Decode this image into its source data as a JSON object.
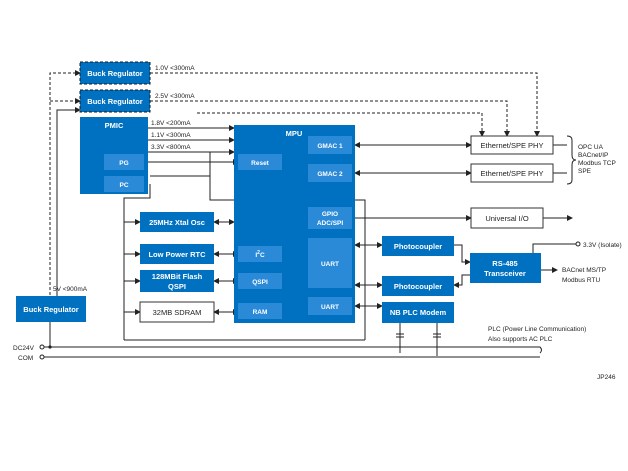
{
  "blocks": {
    "buck_top_1": "Buck Regulator",
    "buck_top_2": "Buck Regulator",
    "pmic": "PMIC",
    "pg": "PG",
    "pc": "PC",
    "mpu": "MPU",
    "reset": "Reset",
    "gmac1": "GMAC 1",
    "gmac2": "GMAC 2",
    "gpio_line1": "GPIO",
    "gpio_line2": "ADC/SPI",
    "uart_a": "UART",
    "uart_b": "UART",
    "i2c_main": "I",
    "i2c_sup": "2",
    "i2c_end": "C",
    "qspi": "QSPI",
    "ram": "RAM",
    "xtal": "25MHz Xtal Osc",
    "rtc": "Low Power RTC",
    "flash_line1": "128MBit Flash",
    "flash_line2": "QSPI",
    "sdram": "32MB SDRAM",
    "buck_left": "Buck Regulator",
    "eth_phy_1": "Ethernet/SPE PHY",
    "eth_phy_2": "Ethernet/SPE PHY",
    "universal_io": "Universal I/O",
    "photocoupler_1": "Photocoupler",
    "photocoupler_2": "Photocoupler",
    "rs485_line1": "RS-485",
    "rs485_line2": "Transceiver",
    "nbplc": "NB PLC Modem"
  },
  "rails": {
    "v10": "1.0V <300mA",
    "v25": "2.5V <300mA",
    "v18": "1.8V <200mA",
    "v11": "1.1V <300mA",
    "v33": "3.3V <800mA",
    "v5": "5V <900mA"
  },
  "labels": {
    "protocols": [
      "OPC UA",
      "BACnet/IP",
      "Modbus TCP",
      "SPE"
    ],
    "isolate": "3.3V (Isolate)",
    "bacnet_line1": "BACnet MS/TP",
    "bacnet_line2": "Modbus RTU",
    "plc_line1": "PLC (Power Line Communication)",
    "plc_line2": "Also supports AC PLC",
    "dc24v": "DC24V",
    "com": "COM",
    "code": "JP246"
  },
  "colors": {
    "block_blue": "#0070c0",
    "sub_block_blue": "#2a8ad8"
  }
}
